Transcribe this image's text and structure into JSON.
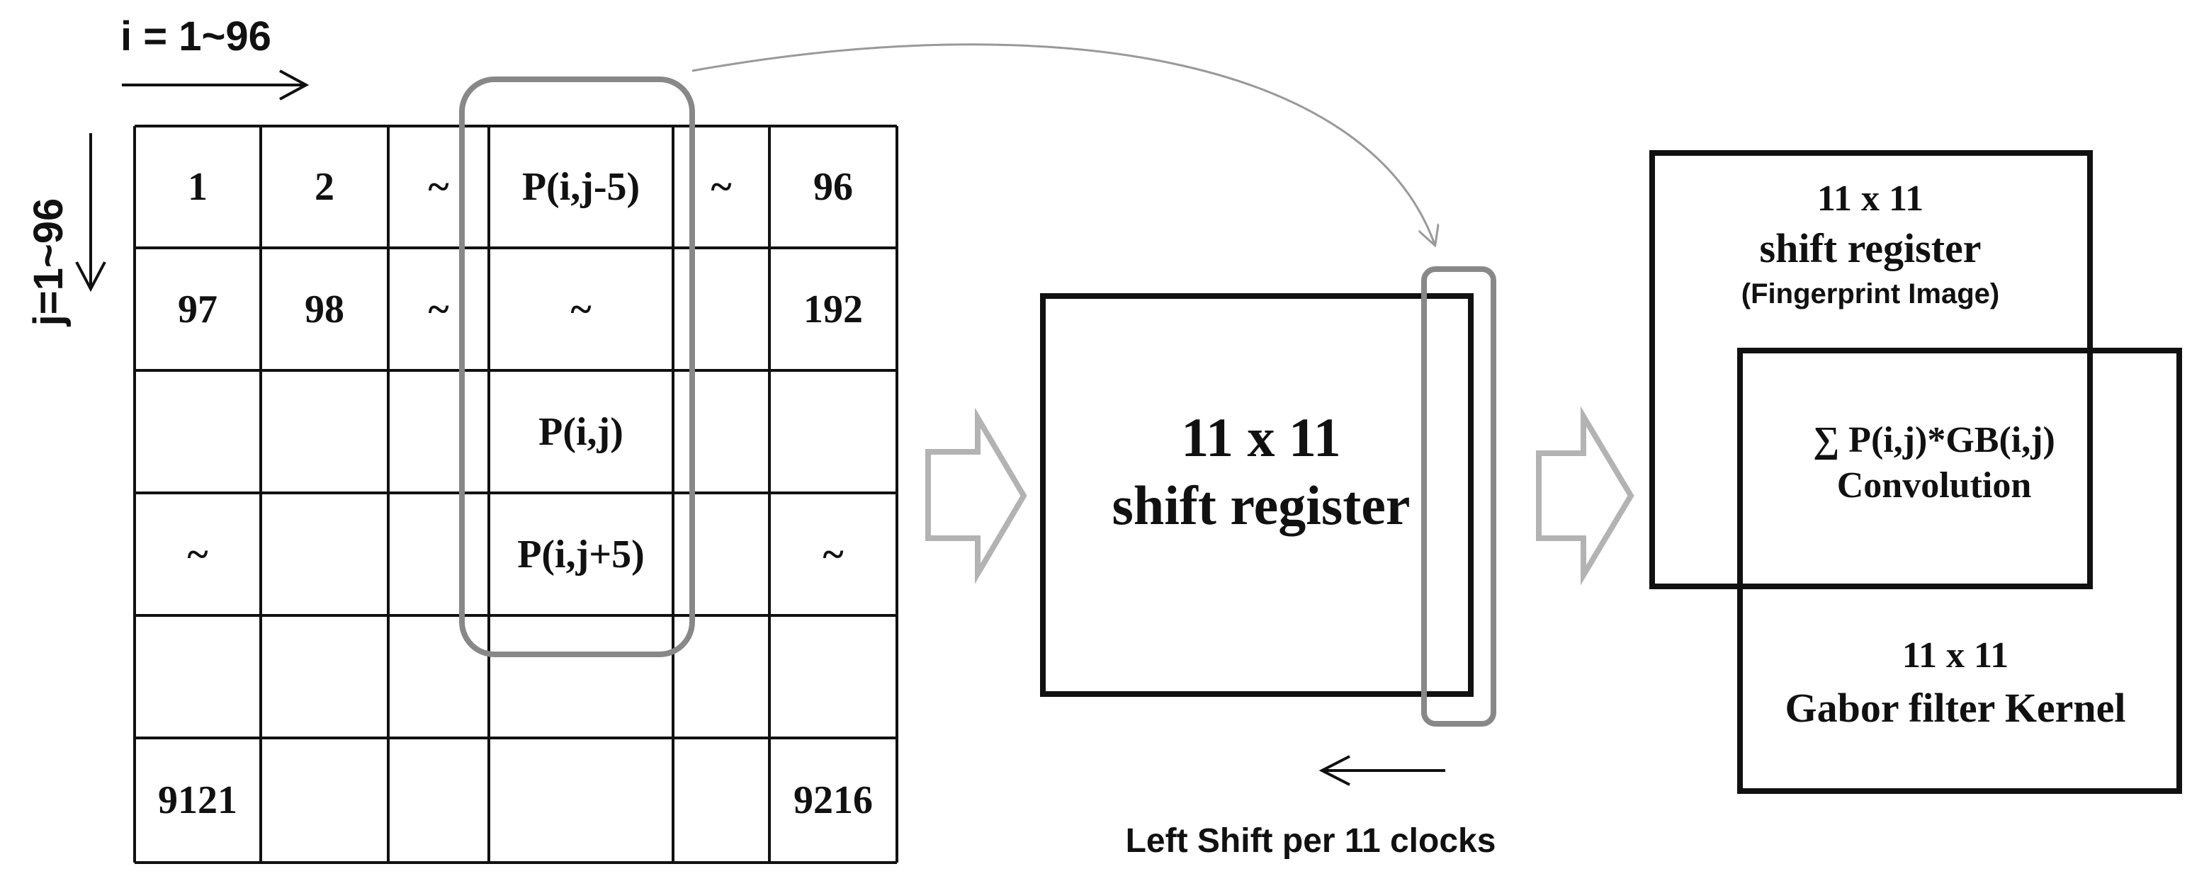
{
  "labels": {
    "i_range": "i = 1~96",
    "j_range": "j=1~96"
  },
  "grid": {
    "rows": [
      [
        "1",
        "2",
        "~",
        "P(i,j-5)",
        "~",
        "96"
      ],
      [
        "97",
        "98",
        "~",
        "~",
        "",
        "192"
      ],
      [
        "",
        "",
        "",
        "P(i,j)",
        "",
        ""
      ],
      [
        "~",
        "",
        "",
        "P(i,j+5)",
        "",
        "~"
      ],
      [
        "",
        "",
        "",
        "",
        "",
        ""
      ],
      [
        "9121",
        "",
        "",
        "",
        "",
        "9216"
      ]
    ]
  },
  "center_box": {
    "line1": "11 x 11",
    "line2": "shift register"
  },
  "shift_caption": "Left Shift per 11 clocks",
  "right_top_box": {
    "line1": "11 x 11",
    "line2": "shift register",
    "line3": "(Fingerprint Image)"
  },
  "overlap": {
    "line1": "∑ P(i,j)*GB(i,j)",
    "line2": "Convolution"
  },
  "right_bottom_box": {
    "line1": "11 x 11",
    "line2": "Gabor filter Kernel"
  },
  "colors": {
    "line": "#111111",
    "highlight": "#888888",
    "arrow_outline": "#b3b3b3",
    "curve": "#999999"
  }
}
